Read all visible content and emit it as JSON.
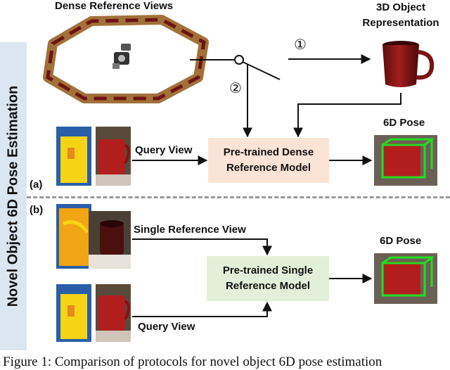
{
  "side_label": "Novel Object 6D Pose Estimation",
  "top": {
    "dense_views_label": "Dense Reference Views",
    "object_rep_label_line1": "3D Object",
    "object_rep_label_line2": "Representation",
    "option1": "①",
    "option2": "②"
  },
  "panel_a": {
    "tag": "(a)",
    "query_view_label": "Query View",
    "model_line1": "Pre-trained Dense",
    "model_line2": "Reference Model",
    "pose_label": "6D Pose"
  },
  "panel_b": {
    "tag": "(b)",
    "single_ref_label": "Single Reference View",
    "query_view_label": "Query View",
    "model_line1": "Pre-trained Single",
    "model_line2": "Reference Model",
    "pose_label": "6D Pose"
  },
  "caption": "Figure 1: Comparison of protocols for novel object 6D pose estimation"
}
